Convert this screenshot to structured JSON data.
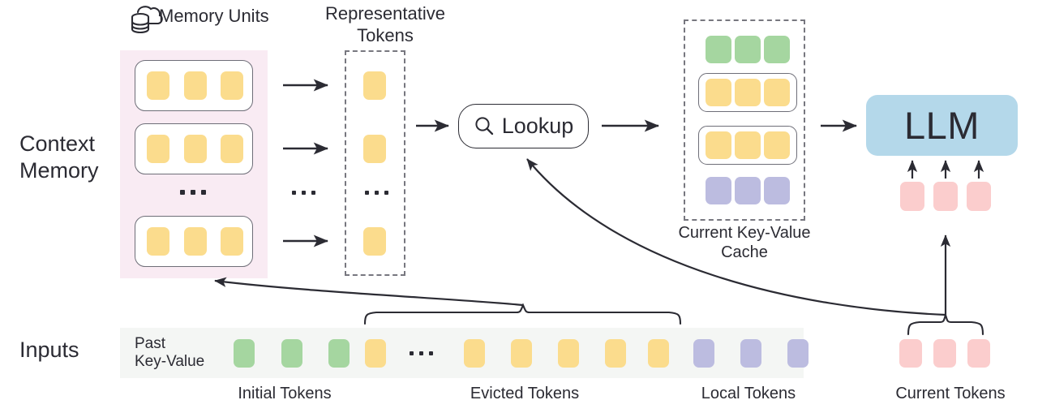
{
  "diagram": {
    "title_memory_units": "Memory Units",
    "title_representative_tokens": "Representative\nTokens",
    "caption_kv_cache": "Current Key-Value\nCache",
    "side_label_context_memory": "Context\nMemory",
    "side_label_inputs": "Inputs",
    "lookup_label": "Lookup",
    "llm_label": "LLM",
    "past_kv_label": "Past\nKey-Value",
    "ellipsis": "...",
    "bottom_labels": {
      "initial": "Initial Tokens",
      "evicted": "Evicted Tokens",
      "local": "Local Tokens",
      "current": "Current Tokens"
    },
    "icons": {
      "cloud_database": "cloud-database-icon",
      "search": "search-icon"
    },
    "colors": {
      "token_yellow": "#FBDC8D",
      "token_green": "#A5D6A0",
      "token_purple": "#BCBCE0",
      "token_pink": "#FBCDCD",
      "context_panel": "#F9EBF3",
      "inputs_strip": "#F4F6F4",
      "llm_box": "#B4D8EA",
      "stroke": "#2B2B33",
      "dashed_stroke": "#77777F",
      "memory_unit_border": "#6E6E78"
    },
    "context_memory": {
      "memory_units": [
        {
          "tokens": [
            "yellow",
            "yellow",
            "yellow"
          ]
        },
        {
          "tokens": [
            "yellow",
            "yellow",
            "yellow"
          ]
        },
        {
          "tokens": [
            "yellow",
            "yellow",
            "yellow"
          ]
        }
      ],
      "units_separator": "..."
    },
    "representative_tokens": {
      "tokens": [
        "yellow",
        "yellow",
        "yellow"
      ],
      "separator": "..."
    },
    "kv_cache_rows": [
      {
        "kind": "plain",
        "tokens": [
          "green",
          "green",
          "green"
        ]
      },
      {
        "kind": "boxed",
        "tokens": [
          "yellow",
          "yellow",
          "yellow"
        ]
      },
      {
        "kind": "boxed",
        "tokens": [
          "yellow",
          "yellow",
          "yellow"
        ]
      },
      {
        "kind": "plain",
        "tokens": [
          "purple",
          "purple",
          "purple"
        ]
      }
    ],
    "llm_input_tokens": [
      "pink",
      "pink",
      "pink"
    ],
    "inputs_sequence": [
      "green",
      "green",
      "green",
      "yellow",
      "ellipsis",
      "yellow",
      "yellow",
      "yellow",
      "yellow",
      "yellow",
      "purple",
      "purple",
      "purple"
    ],
    "current_tokens": [
      "pink",
      "pink",
      "pink"
    ]
  }
}
